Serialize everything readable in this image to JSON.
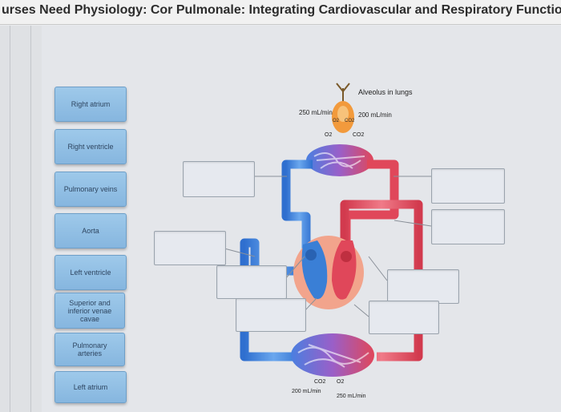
{
  "page": {
    "title": "urses Need Physiology: Cor Pulmonale: Integrating Cardiovascular and Respiratory Function"
  },
  "labels": [
    {
      "text": "Right atrium"
    },
    {
      "text": "Right ventricle"
    },
    {
      "text": "Pulmonary veins"
    },
    {
      "text": "Aorta"
    },
    {
      "text": "Left ventricle"
    },
    {
      "text": "Superior and inferior venae cavae"
    },
    {
      "text": "Pulmonary arteries"
    },
    {
      "text": "Left atrium"
    }
  ],
  "diagram": {
    "alveolus_label": "Alveolus in lungs",
    "flow_left_top": "250 mL/min",
    "flow_right_top": "200 mL/min",
    "o2_top": "O2",
    "co2_top": "CO2",
    "o2_badge": "O2",
    "co2_badge": "CO2",
    "co2_bottom": "CO2",
    "o2_bottom": "O2",
    "flow_left_bottom": "200 mL/min",
    "flow_right_bottom": "250 mL/min"
  },
  "colors": {
    "oxygenated": "#e0475a",
    "deoxygenated": "#3a7fd6",
    "label_tile": "#93c0e6"
  }
}
